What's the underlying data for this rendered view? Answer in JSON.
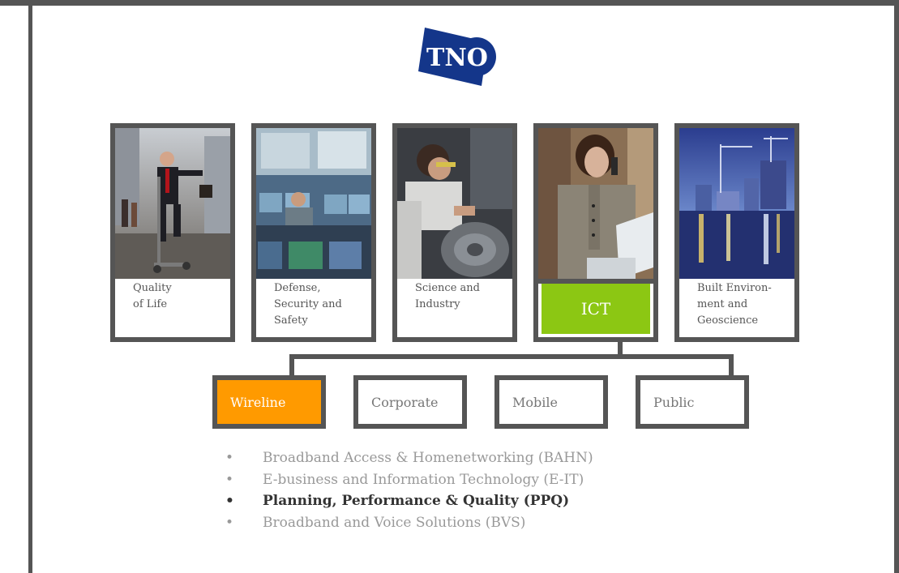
{
  "logo": {
    "text": "TNO"
  },
  "divisions": [
    {
      "label": "Quality\nof Life",
      "photo": "businessman-on-scooter"
    },
    {
      "label": "Defense,\nSecurity and\nSafety",
      "photo": "control-room"
    },
    {
      "label": "Science and\nIndustry",
      "photo": "engineer-at-machine"
    },
    {
      "label": "ICT",
      "photo": "woman-on-phone-at-laptop",
      "active": true
    },
    {
      "label": "Built Environ-\nment and\nGeoscience",
      "photo": "city-skyline-at-night"
    }
  ],
  "subdivisions": [
    {
      "label": "Wireline",
      "active": true
    },
    {
      "label": "Corporate"
    },
    {
      "label": "Mobile"
    },
    {
      "label": "Public"
    }
  ],
  "bullets": [
    {
      "text": "Broadband Access & Homenetworking (BAHN)"
    },
    {
      "text": "E-business and Information Technology (E-IT)"
    },
    {
      "text": "Planning, Performance & Quality (PPQ)",
      "highlighted": true
    },
    {
      "text": "Broadband and Voice Solutions (BVS)"
    }
  ],
  "colors": {
    "frame": "#555555",
    "logo": "#14368a",
    "ict_active": "#8cc713",
    "wireline_active": "#ff9a00",
    "muted_text": "#999999"
  }
}
